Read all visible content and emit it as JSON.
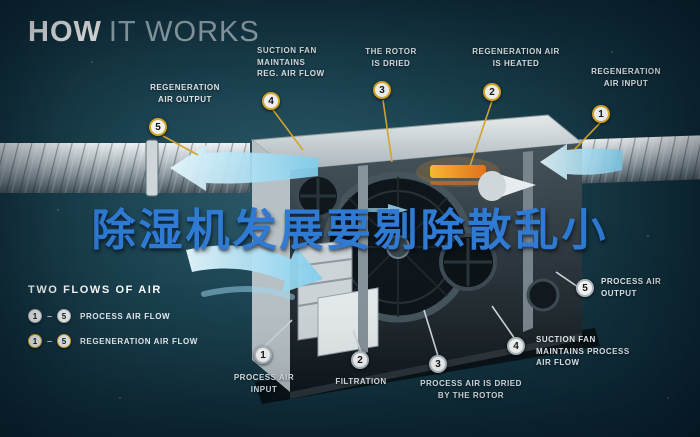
{
  "title": {
    "bold": "HOW",
    "light": "IT WORKS"
  },
  "watermark": "除湿机发展要剔除散乱小",
  "callouts": {
    "regeneration": [
      {
        "num": "5",
        "label": "REGENERATION\nAIR OUTPUT"
      },
      {
        "num": "4",
        "label": "SUCTION FAN\nMAINTAINS\nREG. AIR FLOW"
      },
      {
        "num": "3",
        "label": "THE ROTOR\nIS DRIED"
      },
      {
        "num": "2",
        "label": "REGENERATION AIR\nIS HEATED"
      },
      {
        "num": "1",
        "label": "REGENERATION\nAIR INPUT"
      }
    ],
    "process": [
      {
        "num": "1",
        "label": "PROCESS AIR\nINPUT"
      },
      {
        "num": "2",
        "label": "FILTRATION"
      },
      {
        "num": "3",
        "label": "PROCESS AIR IS DRIED\nBY THE ROTOR"
      },
      {
        "num": "4",
        "label": "SUCTION FAN\nMAINTAINS PROCESS\nAIR FLOW"
      },
      {
        "num": "5",
        "label": "PROCESS AIR\nOUTPUT"
      }
    ]
  },
  "legend": {
    "heading": "TWO FLOWS OF AIR",
    "separator": "–",
    "rows": [
      {
        "from": "1",
        "to": "5",
        "label": "PROCESS AIR FLOW"
      },
      {
        "from": "1",
        "to": "5",
        "label": "REGENERATION AIR FLOW"
      }
    ]
  },
  "colors": {
    "background": "#12313d",
    "regeneration_accent": "#d8a827",
    "process_accent": "#b7c2c7",
    "airflow_blue": "#8fd2ee",
    "watermark_blue": "#2f7bd4"
  }
}
